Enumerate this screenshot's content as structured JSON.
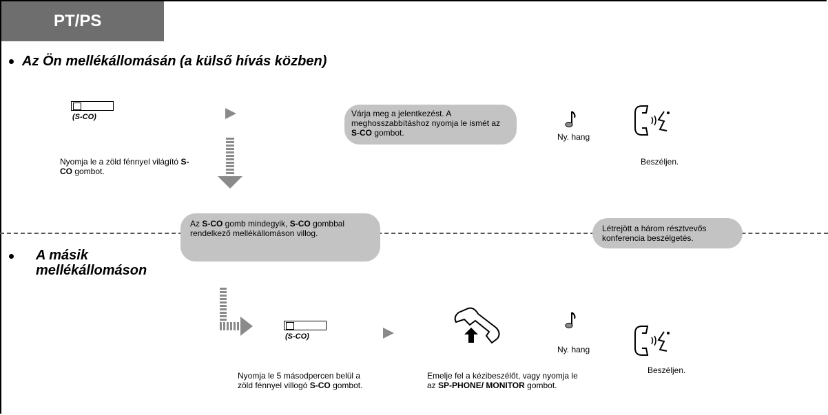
{
  "header": {
    "tab_label": "PT/PS"
  },
  "section_top": {
    "heading": "Az Ön mellékállomásán (a külső hívás közben)",
    "key_label": "(S-CO)",
    "step1": {
      "pre": "Nyomja le a zöld fénnyel világító ",
      "bold": "S-CO",
      "post": " gombot."
    },
    "bubble1": {
      "pre": "Várja meg a jelentkezést. A meghosszabbításhoz nyomja le ismét az ",
      "bold": "S-CO",
      "post": " gombot."
    },
    "tone_label": "Ny. hang",
    "talk_label": "Beszéljen."
  },
  "middle": {
    "bubble_left": {
      "p1": "Az ",
      "b1": "S-CO",
      "p2": " gomb mindegyik, ",
      "b2": "S-CO",
      "p3": " gombbal rendelkező mellékállomáson villog."
    },
    "bubble_right": "Létrejött a három résztvevős konferencia beszélgetés."
  },
  "section_bottom": {
    "heading_line1": "A másik",
    "heading_line2": "mellékállomáson",
    "key_label": "(S-CO)",
    "step1": {
      "pre": "Nyomja le 5 másodpercen belül a zöld fénnyel villogó ",
      "bold": "S-CO",
      "post": " gombot."
    },
    "step2": {
      "pre": "Emelje fel a kézibeszélőt, vagy nyomja le az ",
      "bold": "SP-PHONE/ MONITOR",
      "post": " gombot."
    },
    "tone_label": "Ny. hang",
    "talk_label": "Beszéljen."
  },
  "colors": {
    "tab_bg": "#6e6e6e",
    "bubble_bg": "#c3c3c3",
    "arrow": "#8a8a8a"
  }
}
